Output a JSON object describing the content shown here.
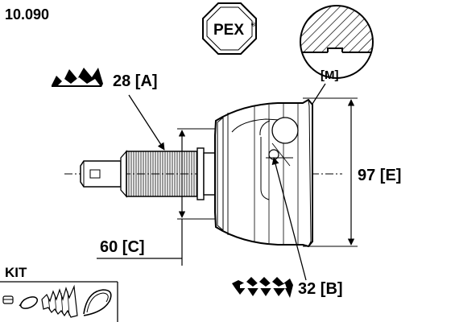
{
  "part_number": "10.090",
  "brand": {
    "logo_text": "PEX",
    "registered_mark": "®"
  },
  "dimensions": {
    "A": {
      "label": "28 [A]"
    },
    "B": {
      "label": "32 [B]"
    },
    "C": {
      "label": "60 [C]"
    },
    "E": {
      "label": "97 [E]"
    },
    "M": {
      "label": "[M]"
    }
  },
  "kit": {
    "label": "KIT",
    "items": [
      "clamp-icon",
      "spring-clip-icon",
      "boot-icon",
      "band-icon"
    ]
  },
  "colors": {
    "ink": "#000000",
    "hatch": "#000000",
    "paper": "#ffffff"
  }
}
